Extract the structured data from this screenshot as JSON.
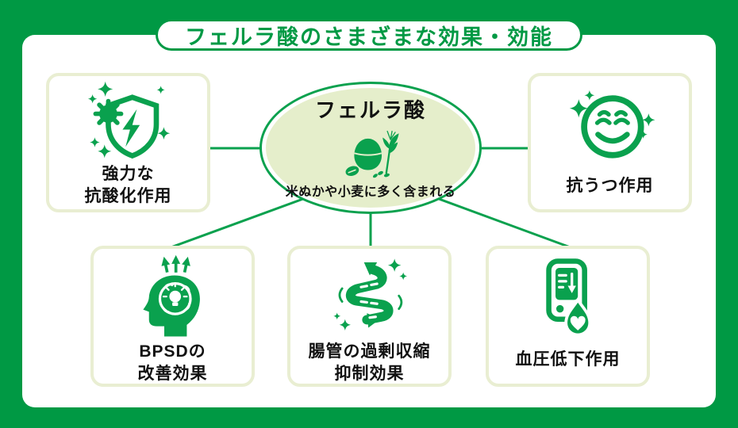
{
  "header": {
    "title": "フェルラ酸のさまざまな効果・効能"
  },
  "center": {
    "title": "フェルラ酸",
    "subtitle": "米ぬかや小麦に多く含まれる",
    "icon": "rice-bran-icon"
  },
  "effects": [
    {
      "id": "antioxidant",
      "label": "強力な\n抗酸化作用",
      "icon": "shield-lightning-icon",
      "position": "top-left"
    },
    {
      "id": "antidepressant",
      "label": "抗うつ作用",
      "icon": "smiley-sparkle-icon",
      "position": "top-right"
    },
    {
      "id": "bpsd-improvement",
      "label": "BPSDの\n改善効果",
      "icon": "brain-lightbulb-icon",
      "position": "bottom-left"
    },
    {
      "id": "intestinal",
      "label": "腸管の過剰収縮\n抑制効果",
      "icon": "intestine-icon",
      "position": "bottom-center"
    },
    {
      "id": "blood-pressure",
      "label": "血圧低下作用",
      "icon": "blood-pressure-monitor-icon",
      "position": "bottom-right"
    }
  ],
  "colors": {
    "frame_green": "#009944",
    "accent_green": "#0aa14e",
    "pale_green_fill": "#e5eecb",
    "card_border": "#e9eed2",
    "text_black": "#111111",
    "white": "#ffffff"
  }
}
